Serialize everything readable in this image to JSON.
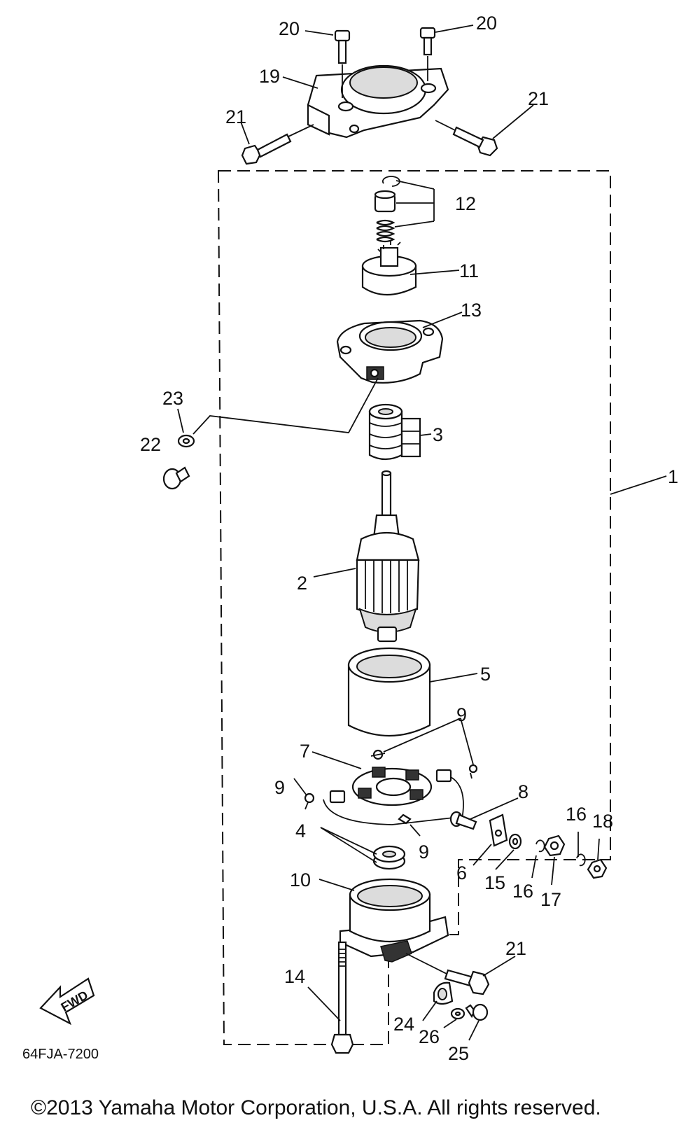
{
  "labels": {
    "p1": "1",
    "p2": "2",
    "p3": "3",
    "p4": "4",
    "p5": "5",
    "p6": "6",
    "p7": "7",
    "p8": "8",
    "p9a": "9",
    "p9b": "9",
    "p9c": "9",
    "p10": "10",
    "p11": "11",
    "p12": "12",
    "p13": "13",
    "p14": "14",
    "p15": "15",
    "p16a": "16",
    "p16b": "16",
    "p17": "17",
    "p18": "18",
    "p19": "19",
    "p20a": "20",
    "p20b": "20",
    "p21a": "21",
    "p21b": "21",
    "p21c": "21",
    "p22": "22",
    "p23": "23",
    "p24": "24",
    "p25": "25",
    "p26": "26"
  },
  "diagram_code": "64FJA-7200",
  "fwd_label": "FWD",
  "copyright": "©2013 Yamaha Motor Corporation, U.S.A. All rights reserved."
}
